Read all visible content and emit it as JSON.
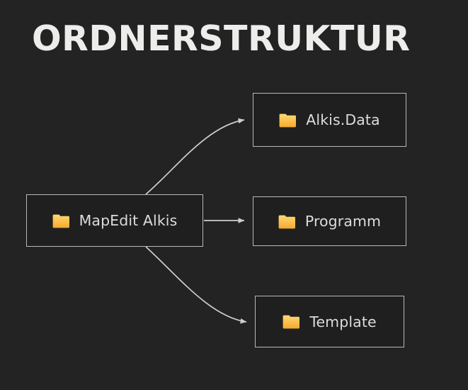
{
  "title": "ORDNERSTRUKTUR",
  "theme": {
    "background": "#232323",
    "node_fill": "#1f1f1f",
    "node_border": "#b9b9b9",
    "title_color": "#ededeb",
    "label_color": "#dcdcda",
    "edge_color": "#cfcfcf",
    "folder_top": "#ffd873",
    "folder_bottom": "#f5a92e"
  },
  "diagram": {
    "type": "tree",
    "root": {
      "id": "root",
      "label": "MapEdit Alkis",
      "icon": "folder-icon"
    },
    "children": [
      {
        "id": "alkis-data",
        "label": "Alkis.Data",
        "icon": "folder-icon"
      },
      {
        "id": "programm",
        "label": "Programm",
        "icon": "folder-icon"
      },
      {
        "id": "template",
        "label": "Template",
        "icon": "folder-icon"
      }
    ],
    "edges": [
      {
        "from": "root",
        "to": "alkis-data",
        "style": "curved",
        "arrow": "triangle"
      },
      {
        "from": "root",
        "to": "programm",
        "style": "straight",
        "arrow": "triangle"
      },
      {
        "from": "root",
        "to": "template",
        "style": "curved",
        "arrow": "triangle"
      }
    ]
  }
}
